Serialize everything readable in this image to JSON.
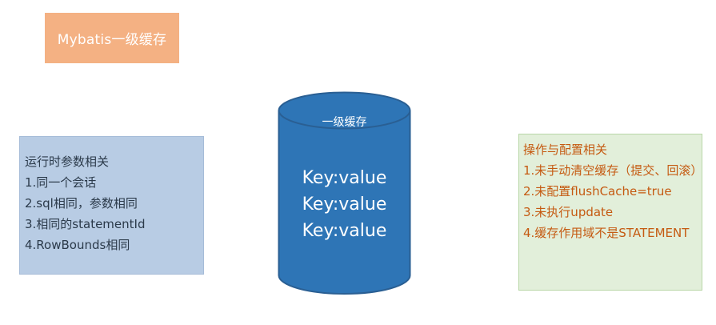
{
  "title": "Mybatis一级缓存",
  "cache": {
    "label": "一级缓存",
    "entries": [
      "Key:value",
      "Key:value",
      "Key:value"
    ]
  },
  "left_panel": {
    "heading": "运行时参数相关",
    "items": [
      "1.同一个会话",
      "2.sql相同，参数相同",
      "3.相同的statementId",
      "4.RowBounds相同"
    ]
  },
  "right_panel": {
    "heading": "操作与配置相关",
    "items": [
      "1.未手动清空缓存（提交、回滚）",
      "2.未配置flushCache=true",
      "3.未执行update",
      "4.缓存作用域不是STATEMENT"
    ]
  },
  "colors": {
    "title_bg": "#f4b183",
    "cylinder_fill": "#2e75b6",
    "cylinder_stroke": "#2a5f93",
    "left_bg": "#b8cce4",
    "right_bg": "#e2efda",
    "right_text": "#c55a11"
  }
}
